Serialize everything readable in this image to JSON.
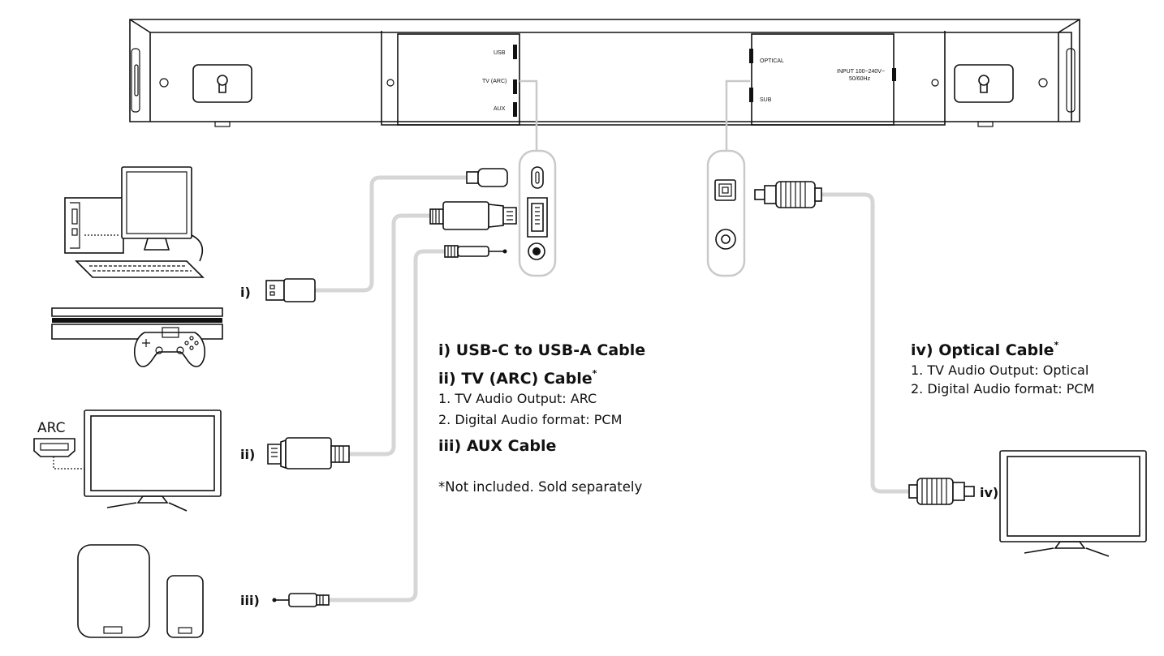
{
  "soundbar_panel": {
    "usb": "USB",
    "tv_arc": "TV (ARC)",
    "aux": "AUX",
    "optical": "OPTICAL",
    "sub": "SUB",
    "power_line1": "INPUT 100~240V~",
    "power_line2": "50/60Hz"
  },
  "device_labels": {
    "i": "i)",
    "ii": "ii)",
    "iii": "iii)",
    "iv": "iv)",
    "arc": "ARC"
  },
  "legend": {
    "usb_title": "i) USB-C to USB-A Cable",
    "arc_title": "ii) TV (ARC) Cable",
    "arc_mark": "*",
    "arc_step1": "1. TV Audio Output: ARC",
    "arc_step2": "2. Digital Audio format: PCM",
    "aux_title": "iii) AUX Cable",
    "footnote": "*Not included. Sold separately",
    "optical_title": "iv) Optical Cable",
    "optical_mark": "*",
    "optical_step1": "1. TV Audio Output: Optical",
    "optical_step2": "2. Digital Audio format: PCM"
  }
}
